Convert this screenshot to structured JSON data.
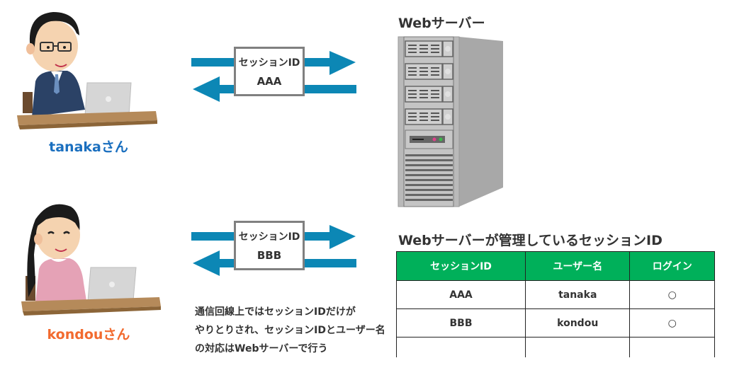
{
  "users": [
    {
      "name_label": "tanakaさん",
      "color": "#1a6fbf",
      "session_id_label": "セッションID",
      "session_id_value": "AAA"
    },
    {
      "name_label": "kondouさん",
      "color": "#f26a2e",
      "session_id_label": "セッションID",
      "session_id_value": "BBB"
    }
  ],
  "server": {
    "title": "Webサーバー"
  },
  "arrow_color": "#0c87b5",
  "table": {
    "title": "Webサーバーが管理しているセッションID",
    "header_color": "#00b05a",
    "columns": [
      "セッションID",
      "ユーザー名",
      "ログイン"
    ],
    "rows": [
      [
        "AAA",
        "tanaka",
        "○"
      ],
      [
        "BBB",
        "kondou",
        "○"
      ],
      [
        "",
        "",
        ""
      ]
    ]
  },
  "note": {
    "lines": [
      "通信回線上ではセッションIDだけが",
      "やりとりされ、セッションIDとユーザー名",
      "の対応はWebサーバーで行う"
    ]
  }
}
